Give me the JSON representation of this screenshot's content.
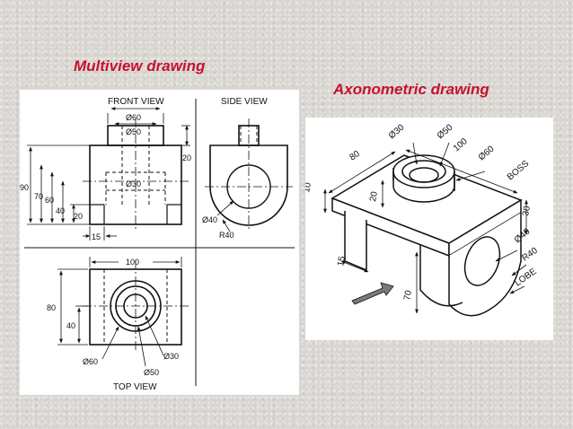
{
  "titles": {
    "multiview": "Multiview drawing",
    "axonometric": "Axonometric drawing"
  },
  "colors": {
    "title": "#c8102e",
    "background": "#d9d6d1",
    "panel": "#ffffff",
    "line": "#111111"
  },
  "multiview": {
    "front_view": "FRONT VIEW",
    "side_view": "SIDE VIEW",
    "top_view": "TOP VIEW",
    "front": {
      "d60": "Ø60",
      "d50": "Ø50",
      "d30": "Ø30",
      "h20": "20",
      "h90": "90",
      "h70": "70",
      "h60": "60",
      "h40": "40",
      "h20b": "20",
      "w15": "15"
    },
    "side": {
      "d40": "Ø40",
      "r40": "R40"
    },
    "top": {
      "w100": "100",
      "h80": "80",
      "h40": "40",
      "d60": "Ø60",
      "d30": "Ø30",
      "d50": "Ø50"
    }
  },
  "axonometric": {
    "d30": "Ø30",
    "d50": "Ø50",
    "d60": "Ø60",
    "w100": "100",
    "w80": "80",
    "boss": "BOSS",
    "t10": "10",
    "h20": "20",
    "h30": "30",
    "d40": "Ø40",
    "r40": "R40",
    "lobe": "LOBE",
    "w15": "15",
    "h70": "70"
  }
}
